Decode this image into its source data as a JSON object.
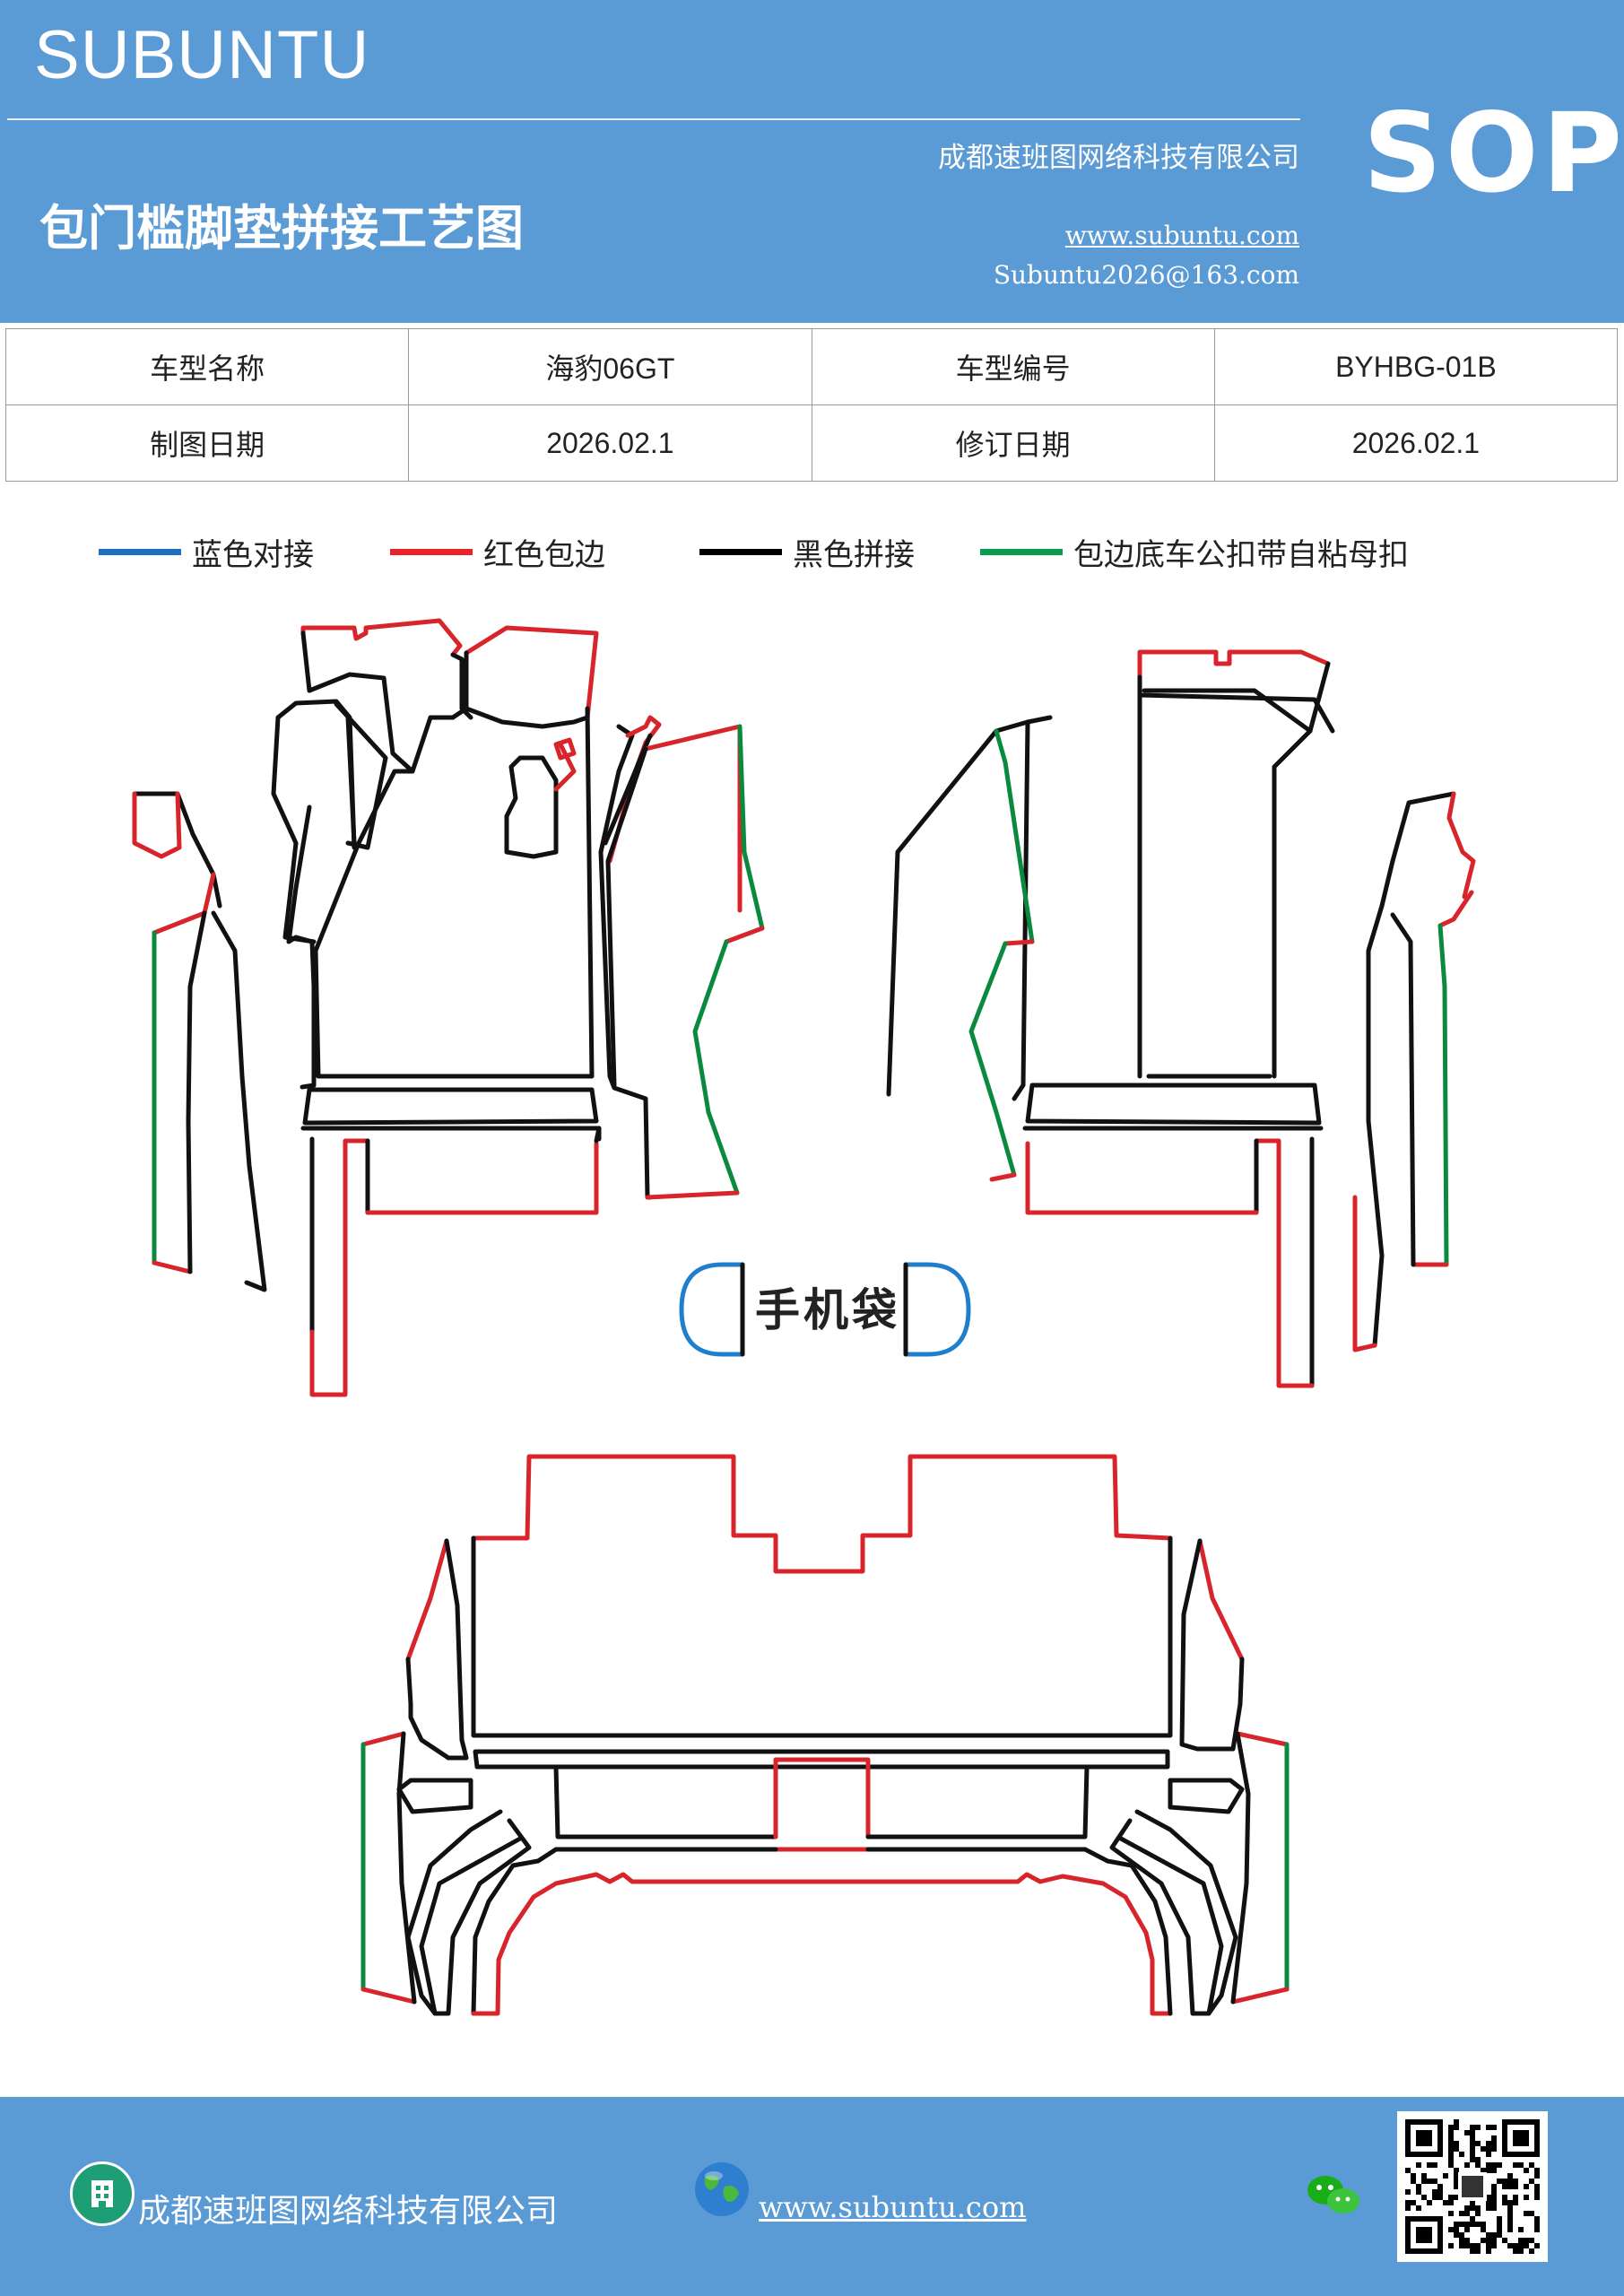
{
  "header": {
    "brand": "SUBUNTU",
    "company": "成都速班图网络科技有限公司",
    "title": "包门槛脚垫拼接工艺图",
    "website": "www.subuntu.com",
    "email": "Subuntu2026@163.com",
    "sop": "SOP",
    "background_color": "#5b9bd5"
  },
  "info_table": {
    "rows": [
      [
        "车型名称",
        "海豹06GT",
        "车型编号",
        "BYHBG-01B"
      ],
      [
        "制图日期",
        "2026.02.1",
        "修订日期",
        "2026.02.1"
      ]
    ]
  },
  "legend": [
    {
      "label": "蓝色对接",
      "color": "#1f6fc0"
    },
    {
      "label": "红色包边",
      "color": "#e8232a"
    },
    {
      "label": "黑色拼接",
      "color": "#000000"
    },
    {
      "label": "包边底车公扣带自粘母扣",
      "color": "#0a9c4e"
    }
  ],
  "diagram": {
    "phone_bag_label": "手机袋",
    "colors": {
      "black": "#111111",
      "red": "#d8252b",
      "green": "#0a8a3e",
      "blue": "#1f7fcc"
    }
  },
  "footer": {
    "company": "成都速班图网络科技有限公司",
    "website": "www.subuntu.com",
    "icons": [
      "building-icon",
      "globe-icon",
      "wechat-icon",
      "qr-code"
    ]
  }
}
